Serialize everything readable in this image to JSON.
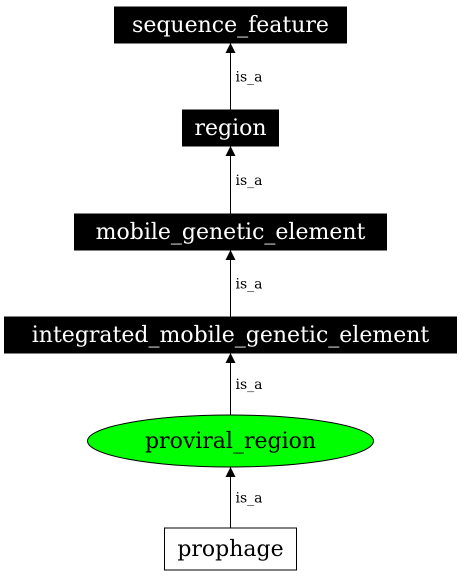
{
  "colors": {
    "background": "#ffffff",
    "dark_node_fill": "#000000",
    "dark_node_text": "#ffffff",
    "highlight_fill": "#00ff00",
    "light_text": "#000000",
    "edge": "#000000"
  },
  "nodes": [
    {
      "id": "sequence_feature",
      "label": "sequence_feature",
      "shape": "box",
      "style": "filled-black"
    },
    {
      "id": "region",
      "label": "region",
      "shape": "box",
      "style": "filled-black"
    },
    {
      "id": "mobile_genetic_element",
      "label": "mobile_genetic_element",
      "shape": "box",
      "style": "filled-black"
    },
    {
      "id": "integrated_mobile_genetic_element",
      "label": "integrated_mobile_genetic_element",
      "shape": "box",
      "style": "filled-black"
    },
    {
      "id": "proviral_region",
      "label": "proviral_region",
      "shape": "ellipse",
      "style": "filled-green"
    },
    {
      "id": "prophage",
      "label": "prophage",
      "shape": "box",
      "style": "outline"
    }
  ],
  "edges": [
    {
      "from": "region",
      "to": "sequence_feature",
      "label": "is_a"
    },
    {
      "from": "mobile_genetic_element",
      "to": "region",
      "label": "is_a"
    },
    {
      "from": "integrated_mobile_genetic_element",
      "to": "mobile_genetic_element",
      "label": "is_a"
    },
    {
      "from": "proviral_region",
      "to": "integrated_mobile_genetic_element",
      "label": "is_a"
    },
    {
      "from": "prophage",
      "to": "proviral_region",
      "label": "is_a"
    }
  ]
}
